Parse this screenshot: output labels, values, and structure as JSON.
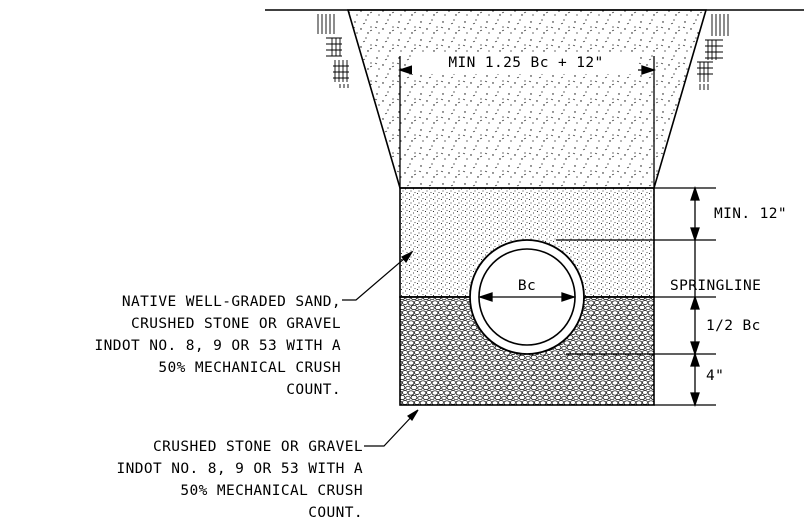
{
  "labels": {
    "top_width": "MIN 1.25 Bc + 12\"",
    "pipe_dia": "Bc",
    "cover": "MIN. 12\"",
    "springline": "SPRINGLINE",
    "half_bc": "1/2 Bc",
    "bedding": "4\""
  },
  "notes": {
    "backfill": [
      "NATIVE WELL-GRADED SAND,",
      "CRUSHED STONE OR GRAVEL",
      "INDOT NO. 8, 9 OR 53 WITH A",
      "50% MECHANICAL CRUSH",
      "COUNT."
    ],
    "bedding": [
      "CRUSHED STONE OR GRAVEL",
      "INDOT NO. 8, 9 OR 53 WITH A",
      "50% MECHANICAL CRUSH",
      "COUNT."
    ]
  },
  "colors": {
    "line": "#000000",
    "background": "#ffffff"
  }
}
